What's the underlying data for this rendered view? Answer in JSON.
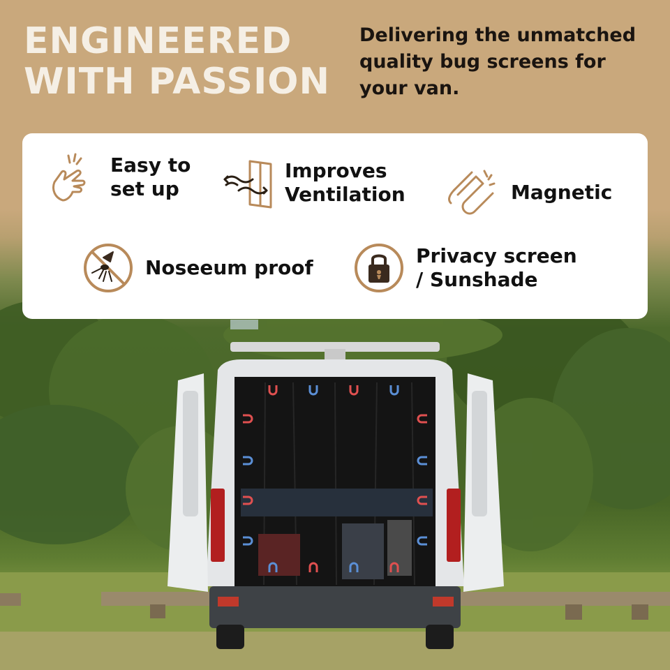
{
  "headline": {
    "line1": "ENGINEERED",
    "line2": "WITH PASSION"
  },
  "tagline": "Delivering the unmatched quality bug screens for your van.",
  "colors": {
    "background_top": "#c9a87c",
    "accent": "#c9a87c",
    "card": "#ffffff",
    "text_dark": "#1a1410",
    "headline_text": "#f5efe5",
    "screen_mesh": "#141414",
    "van_body": "#e4e6e8"
  },
  "features": [
    {
      "label": "Easy to\nset up",
      "icon": "hand-snap-icon"
    },
    {
      "label": "Improves\nVentilation",
      "icon": "window-airflow-icon"
    },
    {
      "label": "Magnetic",
      "icon": "magnet-icon"
    },
    {
      "label": "Noseeum proof",
      "icon": "no-mosquito-icon"
    },
    {
      "label": "Privacy screen\n/ Sunshade",
      "icon": "padlock-icon"
    }
  ],
  "photo": {
    "subject": "van-rear-with-magnetic-bug-screen",
    "magnet_icon": "horseshoe-magnet-icon",
    "magnet_count": 16
  }
}
